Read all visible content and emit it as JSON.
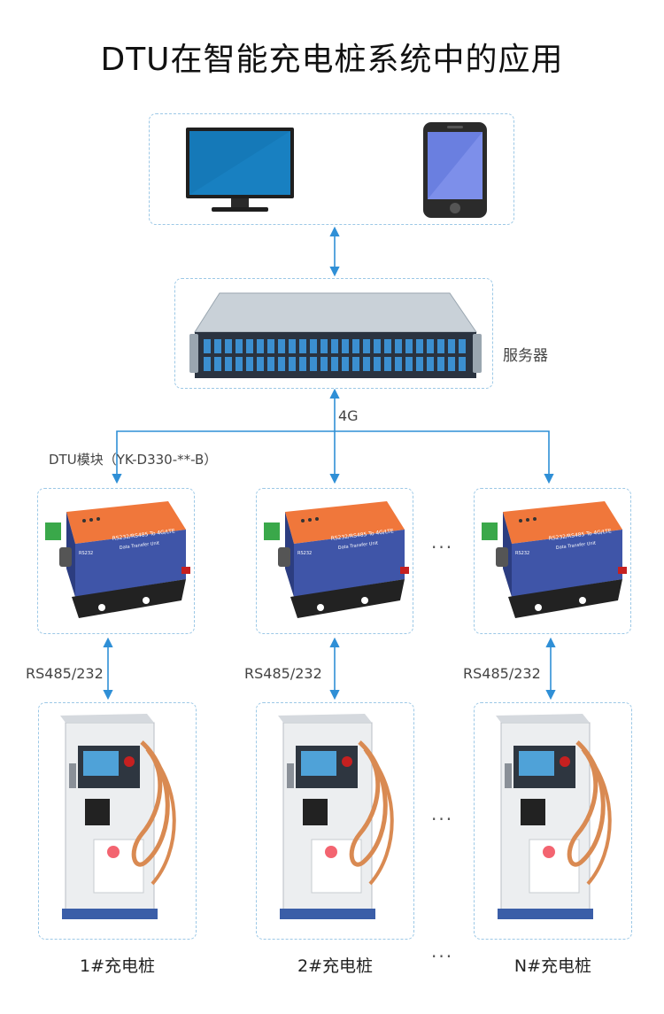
{
  "title": "DTU在智能充电桩系统中的应用",
  "server_label": "服务器",
  "network_label": "4G",
  "dtu_label": "DTU模块（YK-D330-**-B）",
  "bus_labels": [
    "RS485/232",
    "RS485/232",
    "RS485/232"
  ],
  "ellipsis": "···",
  "dtu_text": {
    "header": "RS232/RS485 To 4G/LTE",
    "sub": "Data Transfer Unit",
    "port": "RS232"
  },
  "piles": [
    {
      "caption": "1#充电桩"
    },
    {
      "caption": "2#充电桩"
    },
    {
      "caption": "N#充电桩"
    }
  ],
  "colors": {
    "accent": "#2f8fd6",
    "dtu_orange": "#f0773b",
    "dtu_blue": "#3f55a8",
    "box_border": "#9cc8e6"
  },
  "icons": [
    "monitor-icon",
    "phone-icon",
    "server-icon",
    "dtu-device-icon",
    "charging-pile-icon"
  ]
}
